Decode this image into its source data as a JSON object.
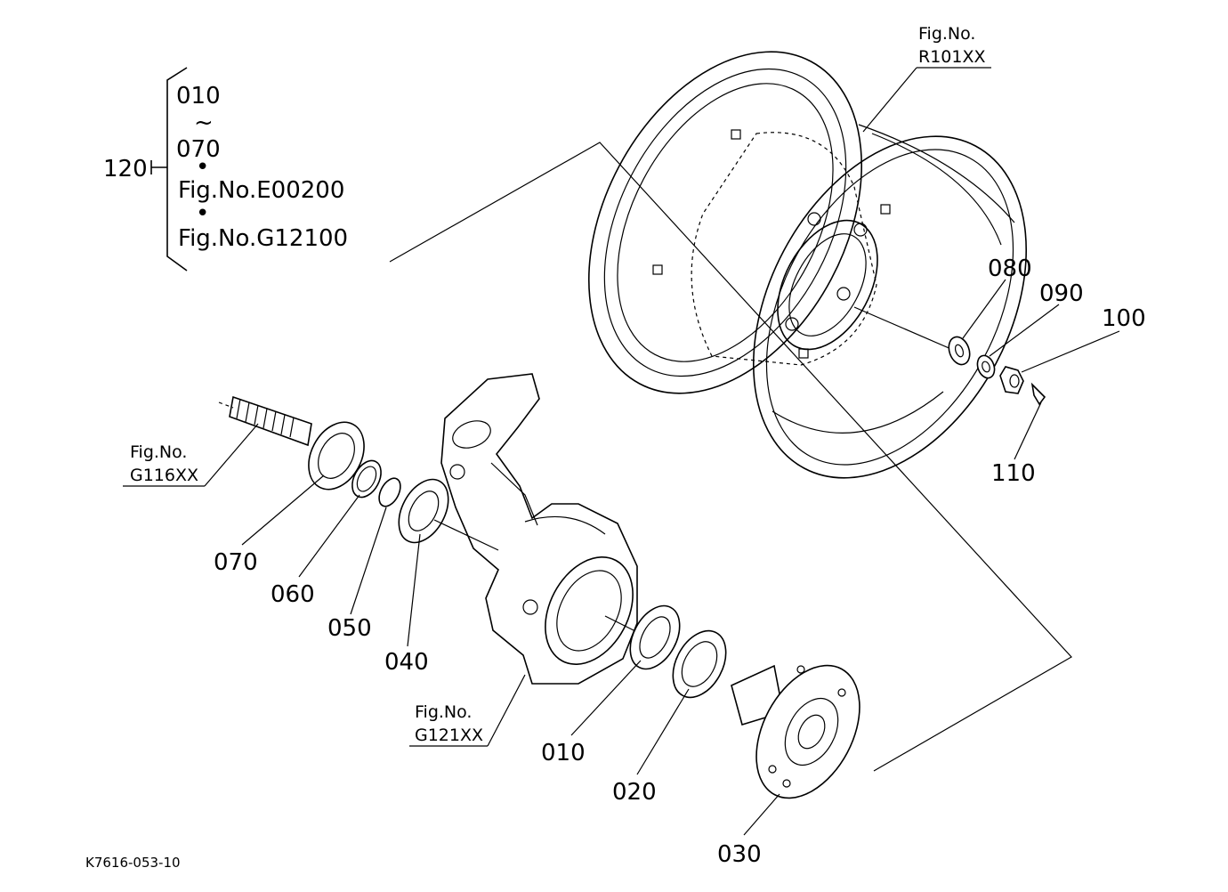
{
  "group": {
    "number": "120",
    "lines": [
      "010",
      "~",
      "070",
      "•",
      "Fig.No.E00200",
      "•",
      "Fig.No.G12100"
    ]
  },
  "figrefs": {
    "r101": {
      "line1": "Fig.No.",
      "line2": "R101XX"
    },
    "g116": {
      "line1": "Fig.No.",
      "line2": "G116XX"
    },
    "g121": {
      "line1": "Fig.No.",
      "line2": "G121XX"
    }
  },
  "parts": {
    "p010": "010",
    "p020": "020",
    "p030": "030",
    "p040": "040",
    "p050": "050",
    "p060": "060",
    "p070": "070",
    "p080": "080",
    "p090": "090",
    "p100": "100",
    "p110": "110"
  },
  "drawing_code": "K7616-053-10"
}
